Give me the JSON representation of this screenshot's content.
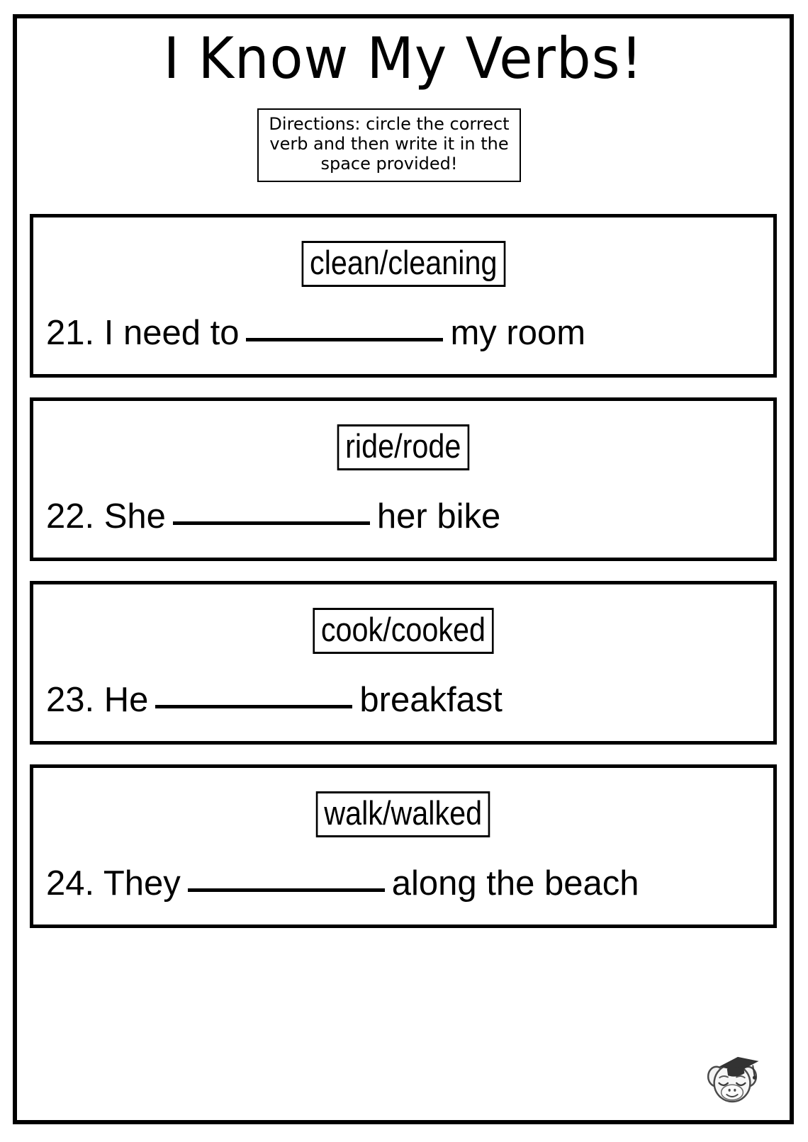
{
  "worksheet": {
    "title": "I Know My Verbs!",
    "directions": "Directions: circle the correct verb and then write it in the space provided!",
    "directions_lines": [
      "Directions: circle the correct",
      "verb and then write it in the",
      "space provided!"
    ],
    "questions": [
      {
        "number": "21.",
        "verb_choice": "clean/cleaning",
        "options": [
          "clean",
          "cleaning"
        ],
        "sentence_before": "21. I need to",
        "sentence_after": "my room",
        "blank": "__________"
      },
      {
        "number": "22.",
        "verb_choice": "ride/rode",
        "options": [
          "ride",
          "rode"
        ],
        "sentence_before": "22. She",
        "sentence_after": "her bike",
        "blank": "__________"
      },
      {
        "number": "23.",
        "verb_choice": "cook/cooked",
        "options": [
          "cook",
          "cooked"
        ],
        "sentence_before": "23. He",
        "sentence_after": "breakfast",
        "blank": "__________"
      },
      {
        "number": "24.",
        "verb_choice": "walk/walked",
        "options": [
          "walk",
          "walked"
        ],
        "sentence_before": "24. They",
        "sentence_after": "along the beach",
        "blank": "__________"
      }
    ],
    "mascot": {
      "name": "monkey-graduate-logo",
      "description": "monkey wearing graduation cap"
    },
    "colors": {
      "ink": "#000000",
      "paper": "#ffffff",
      "mascot_fill": "#f2f2f2",
      "mascot_cap": "#3a3a3a"
    }
  }
}
